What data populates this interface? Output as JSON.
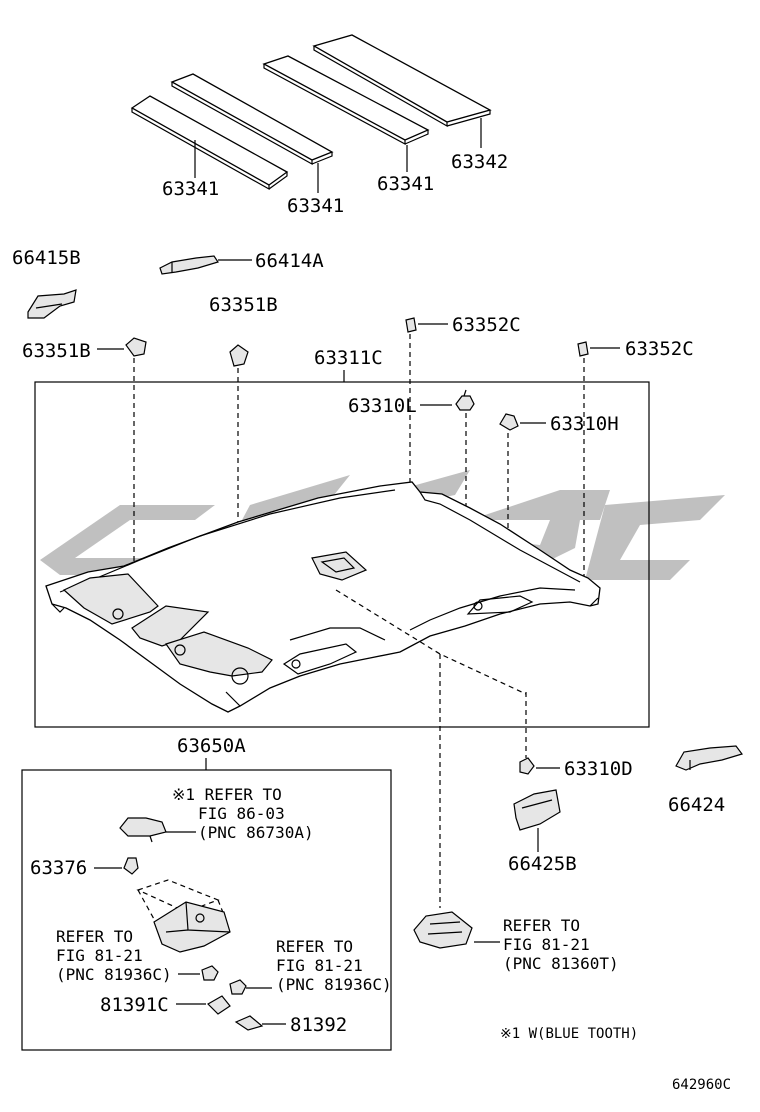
{
  "labels": {
    "p63341a": "63341",
    "p63341b": "63341",
    "p63341c": "63341",
    "p63342": "63342",
    "p66415B": "66415B",
    "p66414A": "66414A",
    "p63351B_top": "63351B",
    "p63351B_left": "63351B",
    "p63352C_a": "63352C",
    "p63352C_b": "63352C",
    "p63311C": "63311C",
    "p63310L": "63310L",
    "p63310H": "63310H",
    "p63650A": "63650A",
    "p63310D": "63310D",
    "p66424": "66424",
    "p66425B": "66425B",
    "p63376": "63376",
    "p81391C": "81391C",
    "p81392": "81392"
  },
  "refs": {
    "bluetooth": [
      "※1 REFER TO",
      "FIG 86-03",
      "(PNC 86730A)"
    ],
    "lamp_left": [
      "REFER TO",
      "FIG 81-21",
      "(PNC 81936C)"
    ],
    "lamp_right": [
      "REFER TO",
      "FIG 81-21",
      "(PNC 81936C)"
    ],
    "room_lamp": [
      "REFER TO",
      "FIG 81-21",
      "(PNC 81360T)"
    ]
  },
  "footnote": "※1 W(BLUE TOOTH)",
  "diagram_code": "642960C"
}
